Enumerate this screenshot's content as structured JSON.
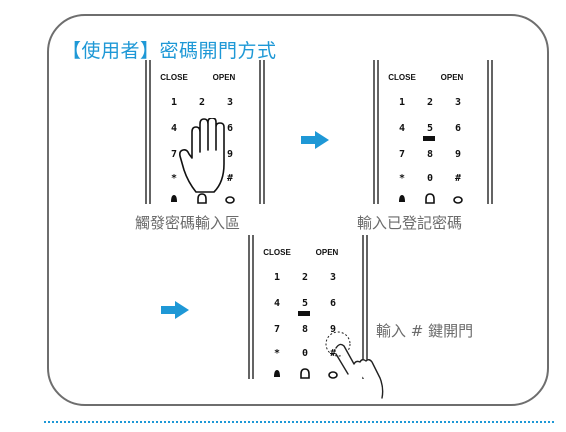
{
  "title": "【使用者】密碼開門方式",
  "keypad": {
    "close_label": "CLOSE",
    "open_label": "OPEN",
    "rows": [
      [
        "1",
        "2",
        "3"
      ],
      [
        "4",
        "5",
        "6"
      ],
      [
        "7",
        "8",
        "9"
      ],
      [
        "*",
        "0",
        "#"
      ],
      [
        "bell-icon",
        "lock-icon",
        "key-icon"
      ]
    ]
  },
  "steps": [
    {
      "caption": "觸發密碼輸入區"
    },
    {
      "caption": "輸入已登記密碼"
    },
    {
      "caption": "輸入 # 鍵開門"
    }
  ],
  "colors": {
    "accent": "#1e98d6",
    "frame": "#6e6e6e",
    "text": "#6b6b6b"
  }
}
